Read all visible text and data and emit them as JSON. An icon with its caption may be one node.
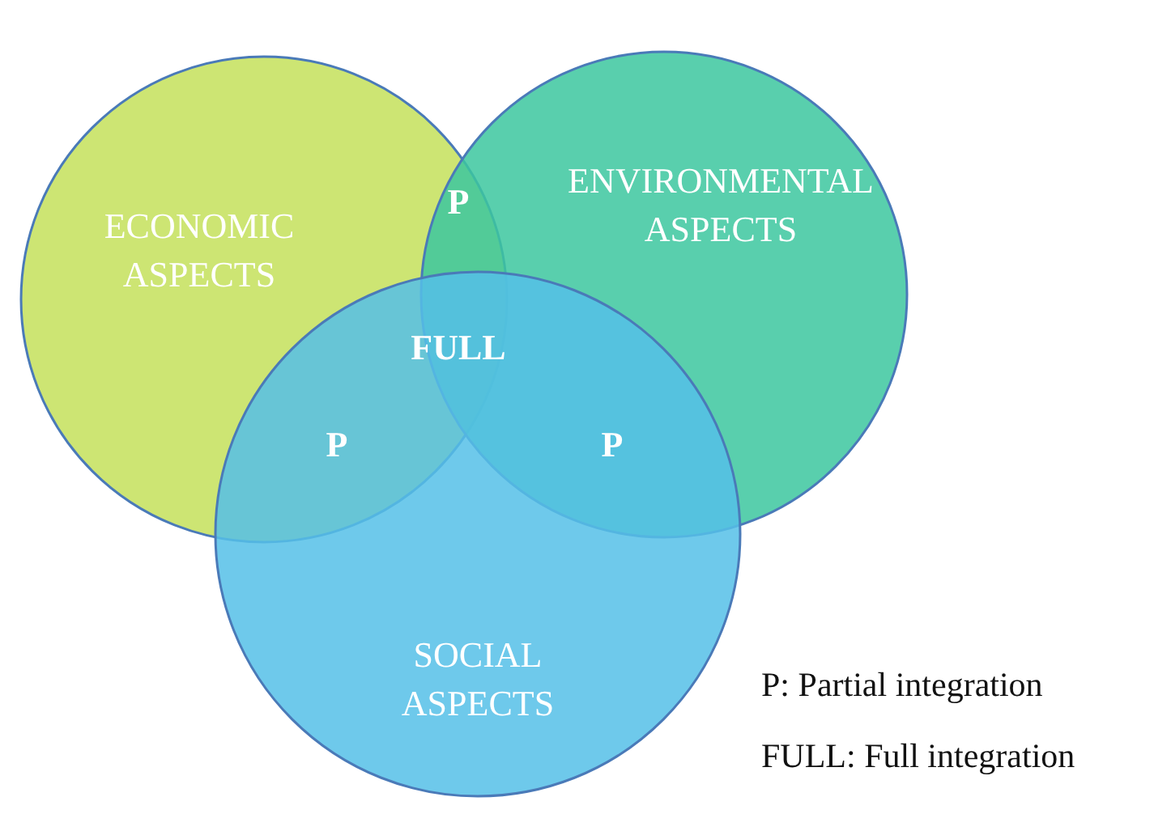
{
  "diagram": {
    "nodes": [
      {
        "text": [
          "ECONOMIC ASPECTS"
        ]
      },
      {
        "text": [
          "ENVIRONMENTAL ASPECTS"
        ]
      },
      {
        "text": [
          "SOCIAL ASPECTS"
        ]
      }
    ],
    "labels": [
      "P",
      "FULL",
      "P",
      "P",
      "P: Partial integration",
      "FULL: Full integration"
    ]
  }
}
